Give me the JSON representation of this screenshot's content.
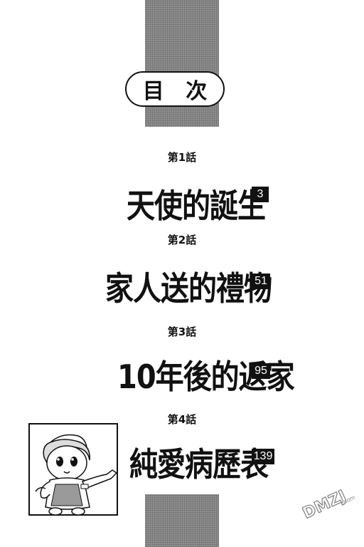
{
  "toc": {
    "title": "目 次",
    "episodes": [
      {
        "label": "第1話",
        "title": "天使的誕生",
        "page": "3"
      },
      {
        "label": "第2話",
        "title": "家人送的禮物",
        "page": "51"
      },
      {
        "label": "第3話",
        "title": "10年後的返家",
        "page": "95"
      },
      {
        "label": "第4話",
        "title": "純愛病歷表",
        "page": "139"
      }
    ]
  },
  "watermark": {
    "text": "DMZJ.com"
  }
}
